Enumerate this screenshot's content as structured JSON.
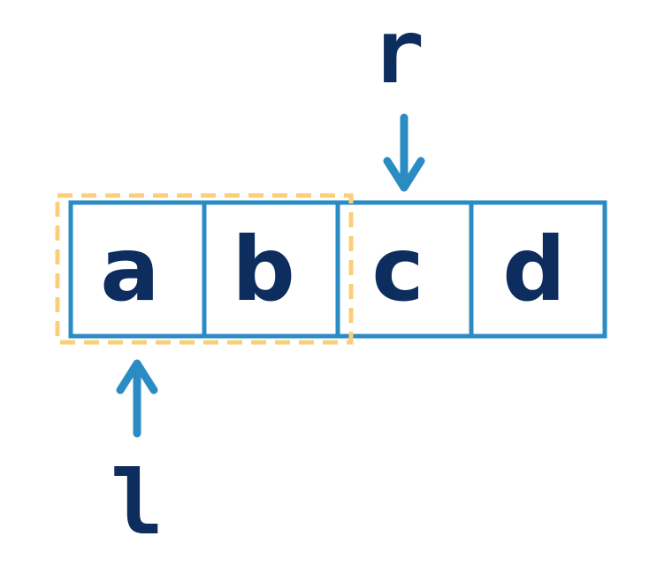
{
  "diagram": {
    "cells": [
      "a",
      "b",
      "c",
      "d"
    ],
    "pointers": {
      "right": "r",
      "left": "l"
    },
    "window": {
      "from_index": 0,
      "to_index": 1
    },
    "colors": {
      "cell_border": "#2b8cc4",
      "text": "#0c2d5e",
      "arrow": "#2b8cc4",
      "window_border": "#f9cf7a",
      "background": "#ffffff"
    }
  }
}
